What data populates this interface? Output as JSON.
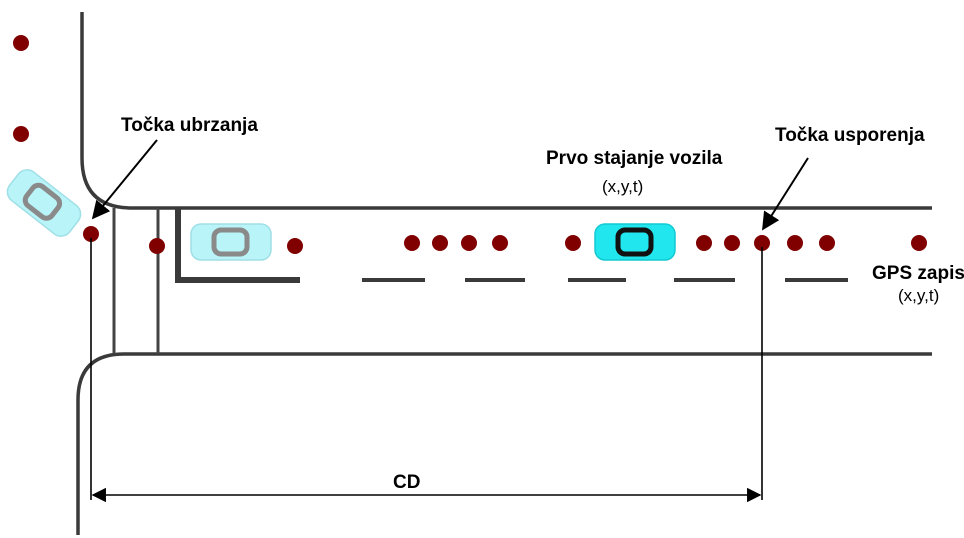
{
  "labels": {
    "acceleration_point": "Točka ubrzanja",
    "first_stop": "Prvo stajanje vozila",
    "first_stop_coords": "(x,y,t)",
    "deceleration_point": "Točka usporenja",
    "gps_record": "GPS zapis",
    "gps_record_coords": "(x,y,t)",
    "distance": "CD"
  },
  "colors": {
    "gps_point": "#800000",
    "car_light": "#b8f4f8",
    "car_bright": "#22e6ee",
    "road": "#3a3a3a"
  },
  "icons": {
    "gps_point": "filled-circle",
    "vehicle": "car-top-view"
  }
}
